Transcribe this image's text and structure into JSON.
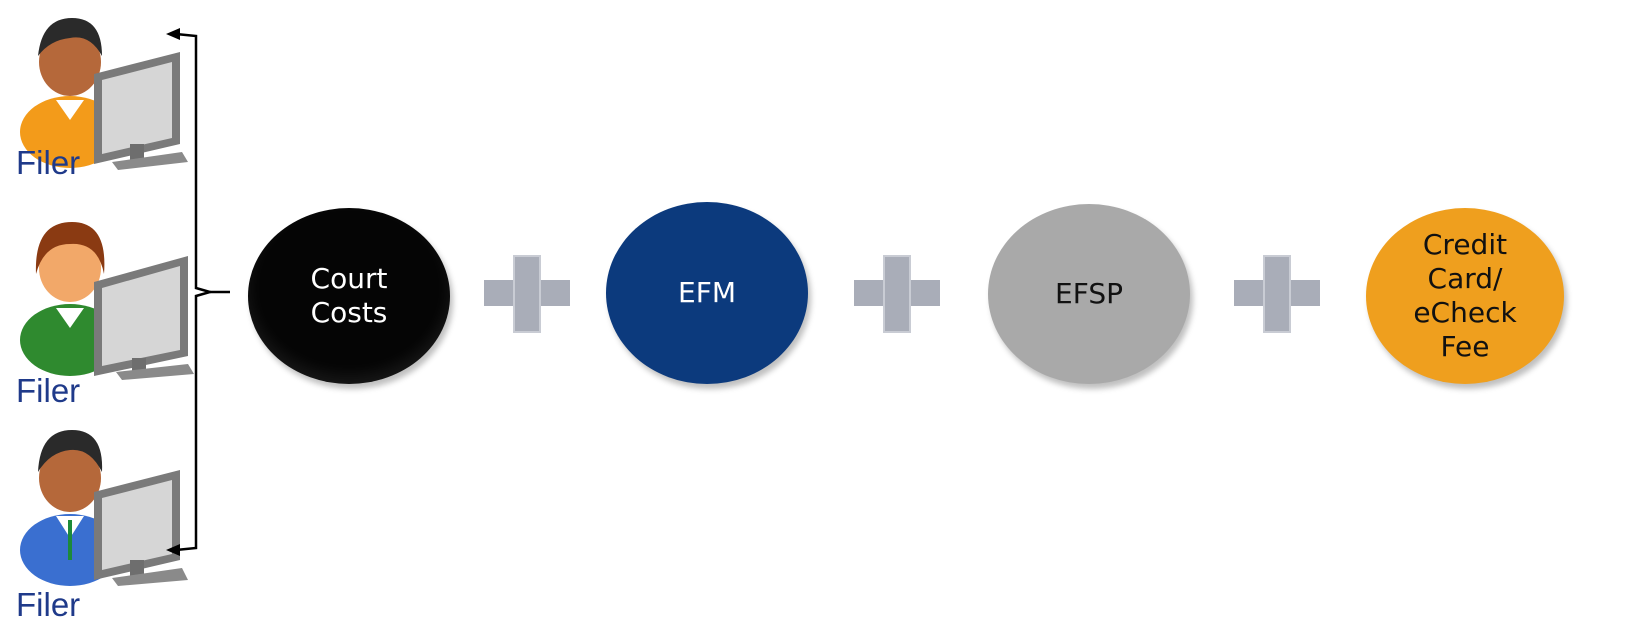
{
  "filers": [
    {
      "label": "Filer",
      "shirt_color": "#f39b1a",
      "hair_color": "#2a2a2a"
    },
    {
      "label": "Filer",
      "shirt_color": "#2f8a2f",
      "hair_color": "#8a3a12"
    },
    {
      "label": "Filer",
      "shirt_color": "#3a6fd0",
      "hair_color": "#2a2a2a"
    }
  ],
  "flow": [
    {
      "label": "Court\nCosts",
      "fill": "#050505",
      "text_color": "#ffffff"
    },
    {
      "operator": "plus"
    },
    {
      "label": "EFM",
      "fill": "#0c3a7d",
      "text_color": "#ffffff"
    },
    {
      "operator": "plus"
    },
    {
      "label": "EFSP",
      "fill": "#a9a9a9",
      "text_color": "#111111"
    },
    {
      "operator": "plus"
    },
    {
      "label": "Credit\nCard/\neCheck\nFee",
      "fill": "#ef9f1e",
      "text_color": "#111111"
    }
  ],
  "colors": {
    "plus": "#a9adb8",
    "label": "#1f3a8a"
  }
}
